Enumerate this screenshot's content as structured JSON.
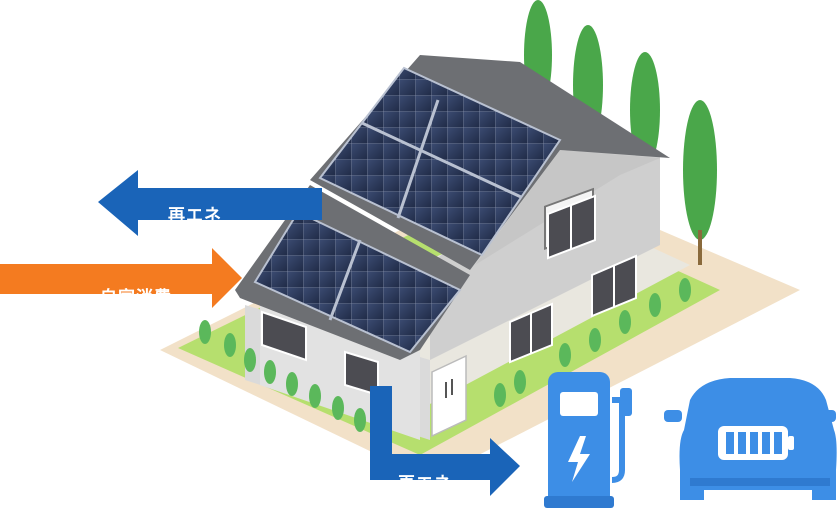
{
  "labels": {
    "export": "再エネ",
    "self_consumption": "自家消費",
    "to_ev": "再エネ"
  },
  "colors": {
    "arrow_blue": "#1a64b8",
    "arrow_orange": "#f47b20",
    "device_blue": "#3d8ee6",
    "grass": "#b6df6e",
    "ground": "#f2e1c8",
    "tree": "#4aa74a",
    "wall": "#d2d2d2",
    "roof": "#6d6f73",
    "panel": "#2c3a5c"
  },
  "icons": {
    "charger": "lightning-bolt-icon",
    "car_battery": "battery-icon"
  }
}
